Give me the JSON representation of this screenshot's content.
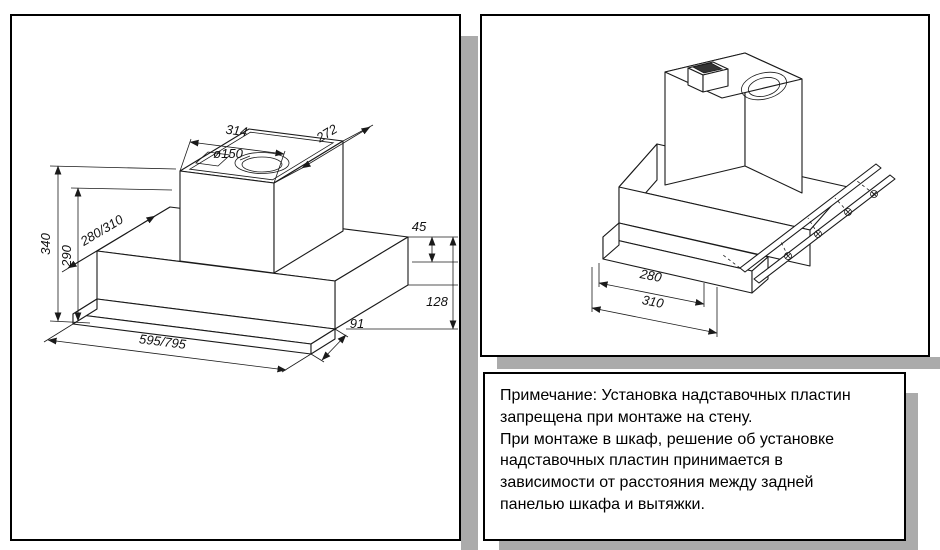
{
  "left_diagram": {
    "dims": {
      "top_width": "314",
      "top_depth": "272",
      "duct_diameter": "ø150",
      "height_total": "340",
      "height_inner": "290",
      "depth_options": "280/310",
      "rear_height": "45",
      "side_height": "128",
      "visor_extension": "91",
      "width_options": "595/795"
    }
  },
  "right_diagram": {
    "dims": {
      "depth_without_plates": "280",
      "depth_with_plates": "310"
    }
  },
  "note": {
    "text": "Примечание: Установка надставочных пластин\nзапрещена при монтаже на стену.\nПри монтаже в шкаф, решение об установке\nнадставочных пластин принимается в\nзависимости от расстояния между задней\nпанелью шкафа и вытяжки."
  },
  "colors": {
    "line": "#1a1a1a",
    "shadow": "#ababab",
    "panel_border": "#000000"
  }
}
